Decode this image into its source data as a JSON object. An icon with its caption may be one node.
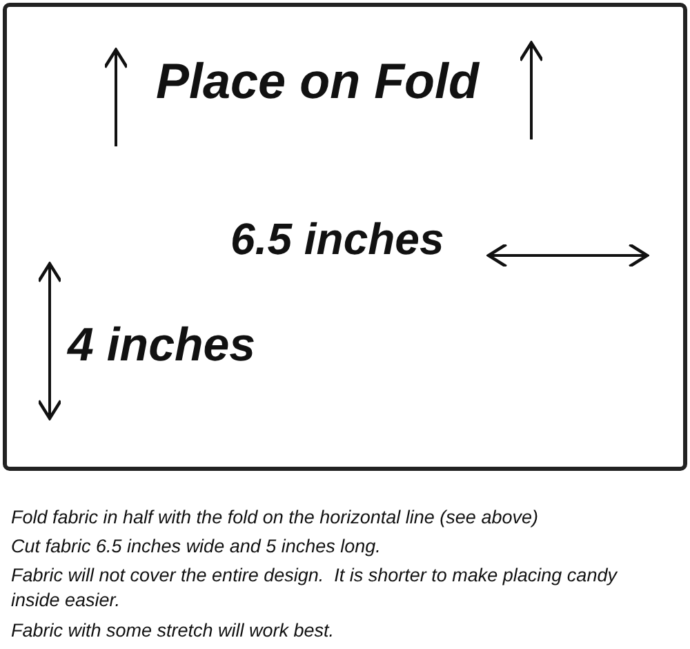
{
  "diagram": {
    "nodes": [
      {
        "text": [
          "Place on Fold",
          "6.5 inches",
          "4 inches"
        ]
      }
    ],
    "labels": [
      "Fold fabric in half with the fold on the horizontal line (see above)",
      "Cut fabric 6.5 inches wide and 5 inches long.",
      "Fabric will not cover the entire design.  It is shorter to make placing candy inside easier.",
      "Fabric with some stretch will work best."
    ]
  }
}
